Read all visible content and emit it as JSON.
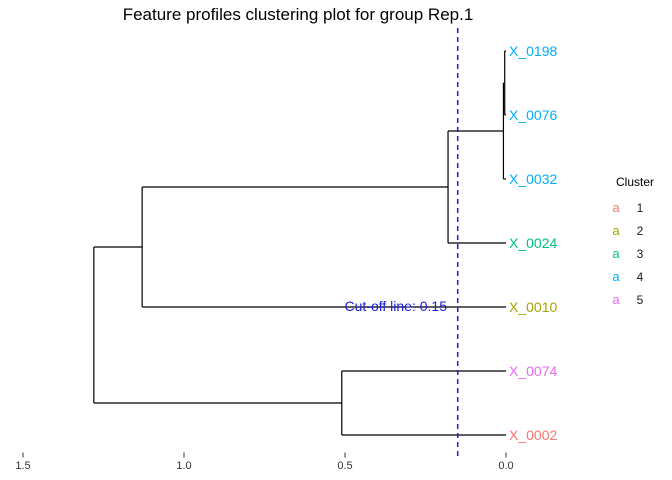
{
  "figure": {
    "title": "Feature profiles clustering plot for group Rep.1"
  },
  "chart_data": {
    "type": "dendrogram",
    "title": "Feature profiles clustering plot for group Rep.1",
    "group": "Rep.1",
    "orientation": "horizontal, leaves on right, distance decreasing rightward",
    "line_color": "#000000",
    "axis_color": "#333333",
    "text_color": "#000000",
    "leaves": [
      {
        "label": "X_0198",
        "cluster": 4
      },
      {
        "label": "X_0076",
        "cluster": 4
      },
      {
        "label": "X_0032",
        "cluster": 4
      },
      {
        "label": "X_0024",
        "cluster": 3
      },
      {
        "label": "X_0010",
        "cluster": 2
      },
      {
        "label": "X_0074",
        "cluster": 5
      },
      {
        "label": "X_0002",
        "cluster": 1
      }
    ],
    "merges": [
      {
        "id": "n1",
        "children": [
          "X_0198",
          "X_0076"
        ],
        "height": 0.004
      },
      {
        "id": "n2",
        "children": [
          "n1",
          "X_0032"
        ],
        "height": 0.008
      },
      {
        "id": "n3",
        "children": [
          "n2",
          "X_0024"
        ],
        "height": 0.18
      },
      {
        "id": "n4",
        "children": [
          "n3",
          "X_0010"
        ],
        "height": 1.13
      },
      {
        "id": "n5",
        "children": [
          "X_0074",
          "X_0002"
        ],
        "height": 0.51
      },
      {
        "id": "n6",
        "children": [
          "n4",
          "n5"
        ],
        "height": 1.28
      }
    ],
    "cutoff": {
      "value": 0.15,
      "label": "Cut-off line: 0.15",
      "color": "#1C1CE0"
    },
    "x_axis": {
      "range": [
        1.5,
        0.0
      ],
      "ticks": [
        {
          "value": 1.5,
          "label": "1.5"
        },
        {
          "value": 1.0,
          "label": "1.0"
        },
        {
          "value": 0.5,
          "label": "0.5"
        },
        {
          "value": 0.0,
          "label": "0.0"
        }
      ]
    },
    "legend": {
      "title": "Cluster",
      "marker": "a",
      "entries": [
        {
          "label": "1",
          "color": "#F8766D"
        },
        {
          "label": "2",
          "color": "#A3A500"
        },
        {
          "label": "3",
          "color": "#00BF7D"
        },
        {
          "label": "4",
          "color": "#00B0F6"
        },
        {
          "label": "5",
          "color": "#E76BF3"
        }
      ]
    }
  }
}
